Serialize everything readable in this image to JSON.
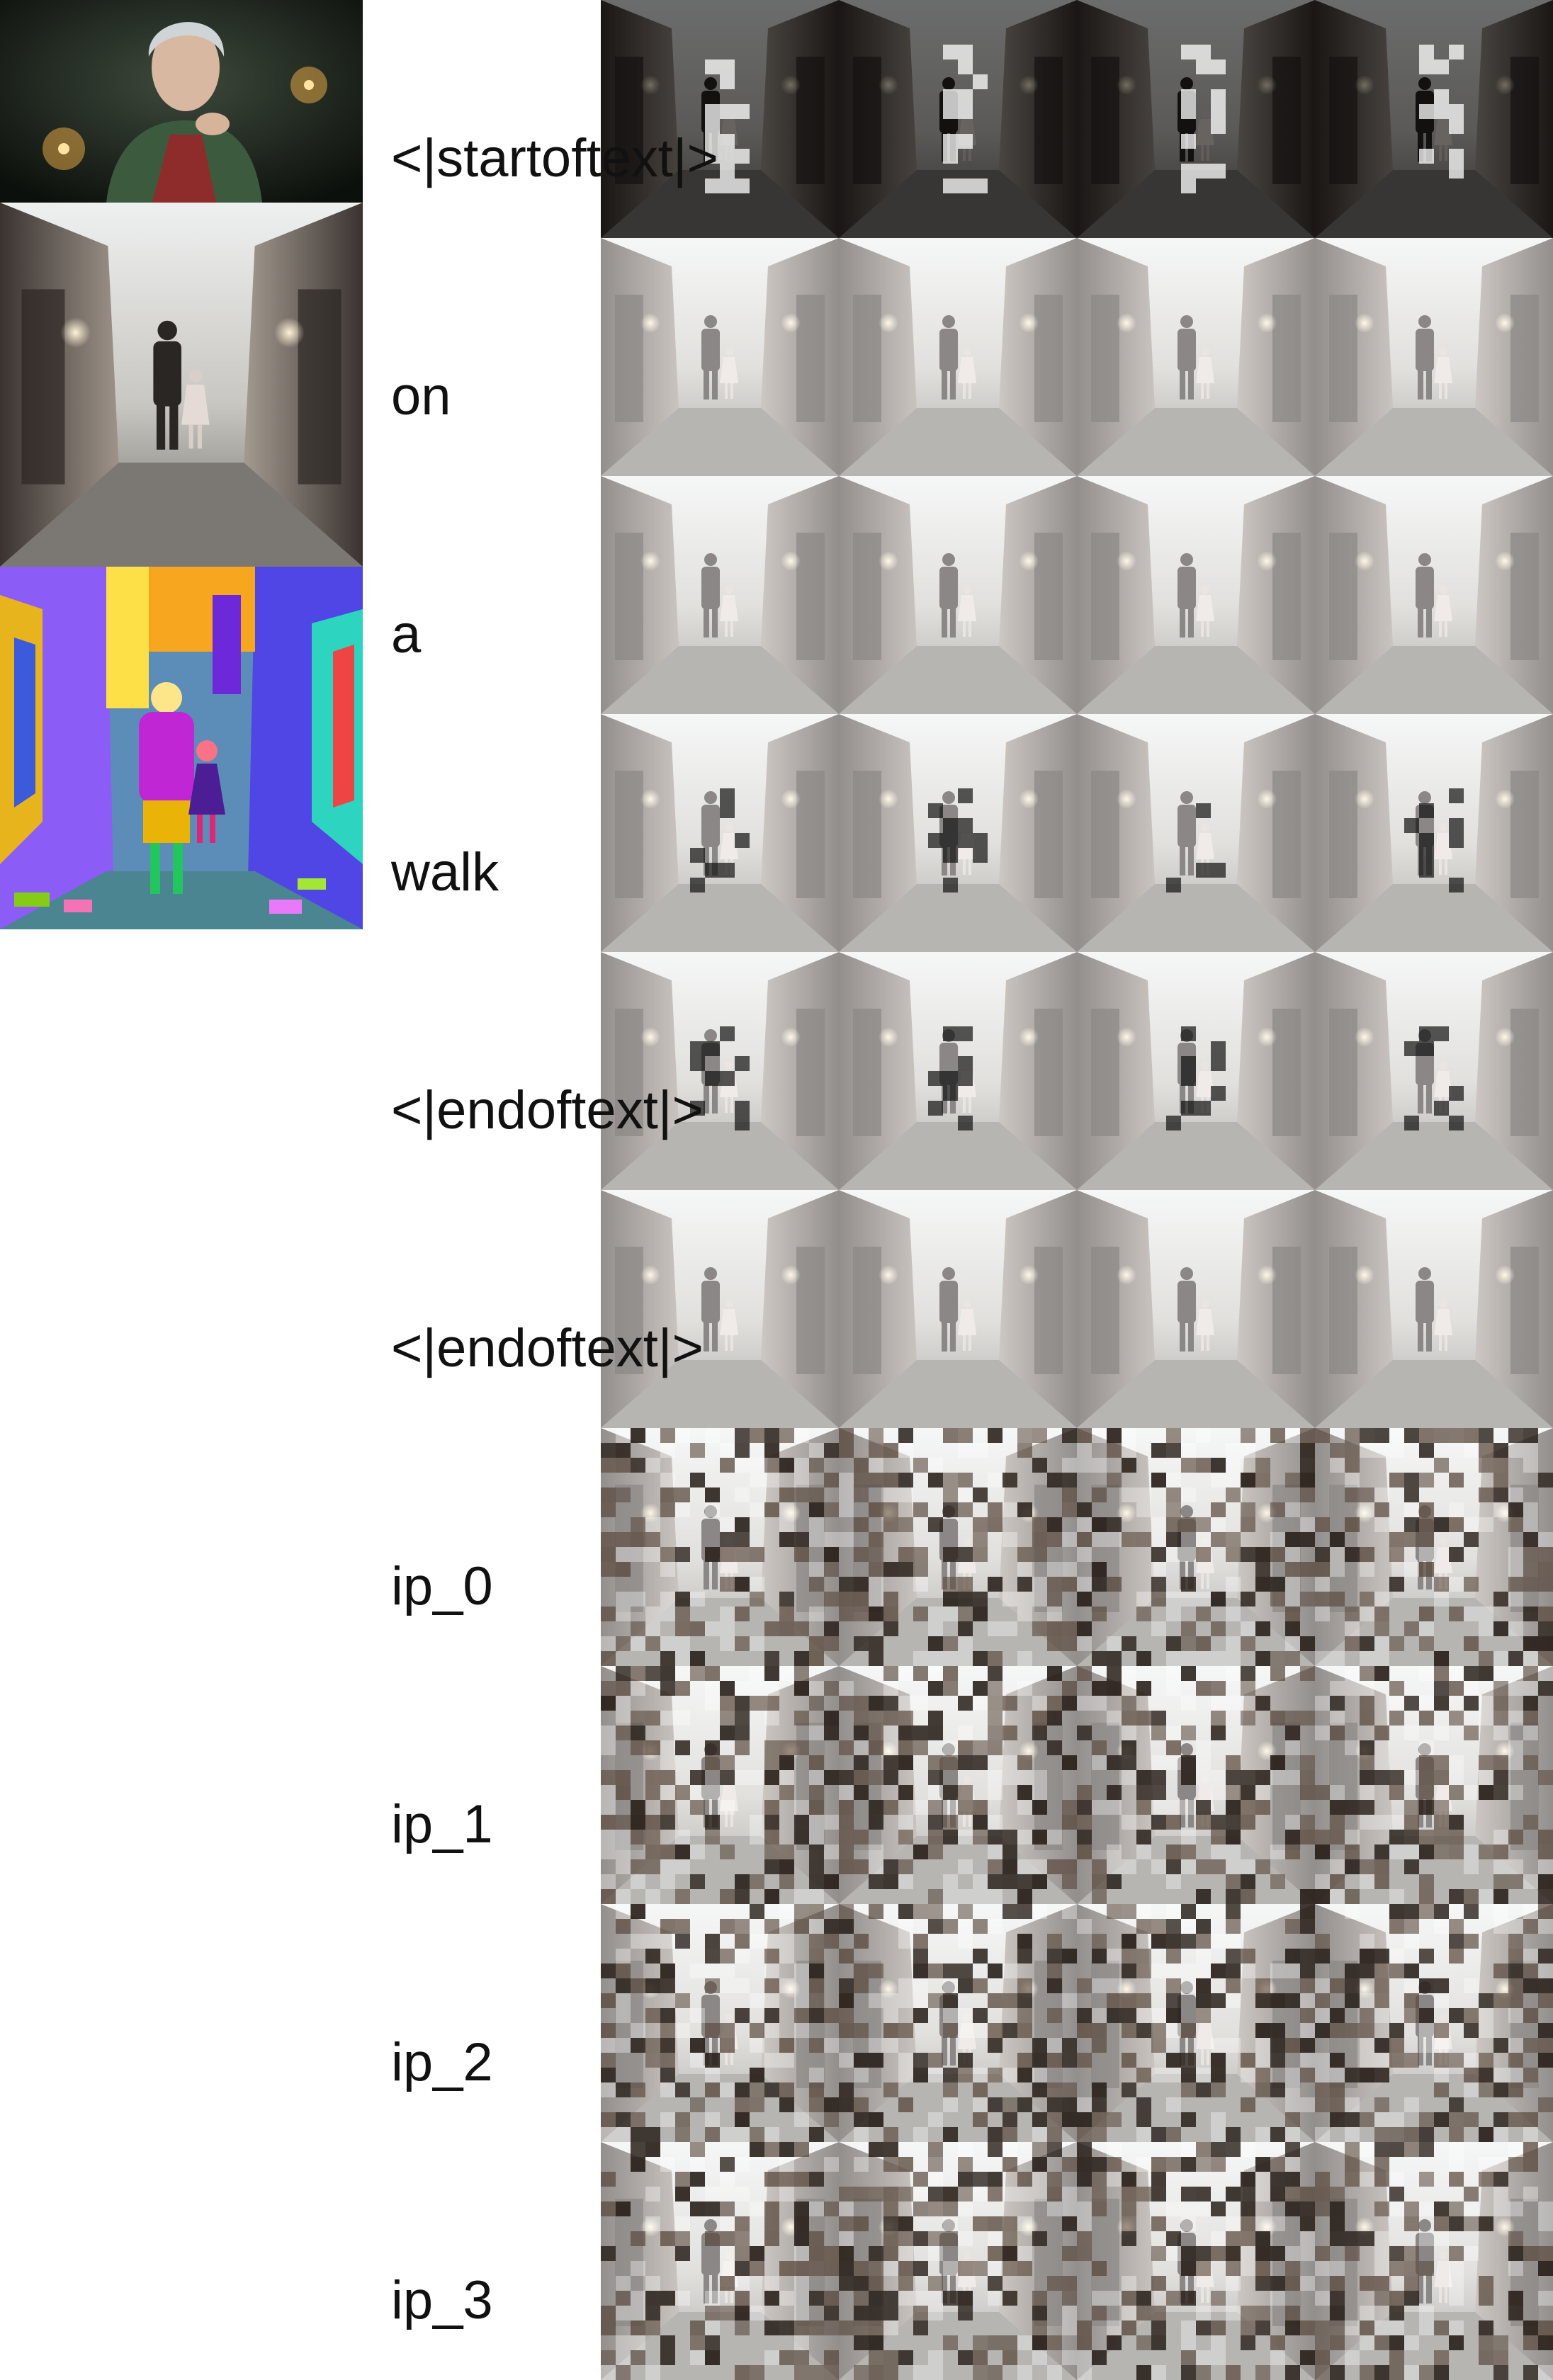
{
  "tokens": [
    "<|startoftext|>",
    "on",
    "a",
    "walk",
    "<|endoftext|>",
    "<|endoftext|>",
    "ip_0",
    "ip_1",
    "ip_2",
    "ip_3"
  ],
  "thumbnails": [
    "portrait-reference-image",
    "generated-alley-image",
    "segmentation-map-image"
  ],
  "grid": {
    "rows": 10,
    "columns": 4
  }
}
